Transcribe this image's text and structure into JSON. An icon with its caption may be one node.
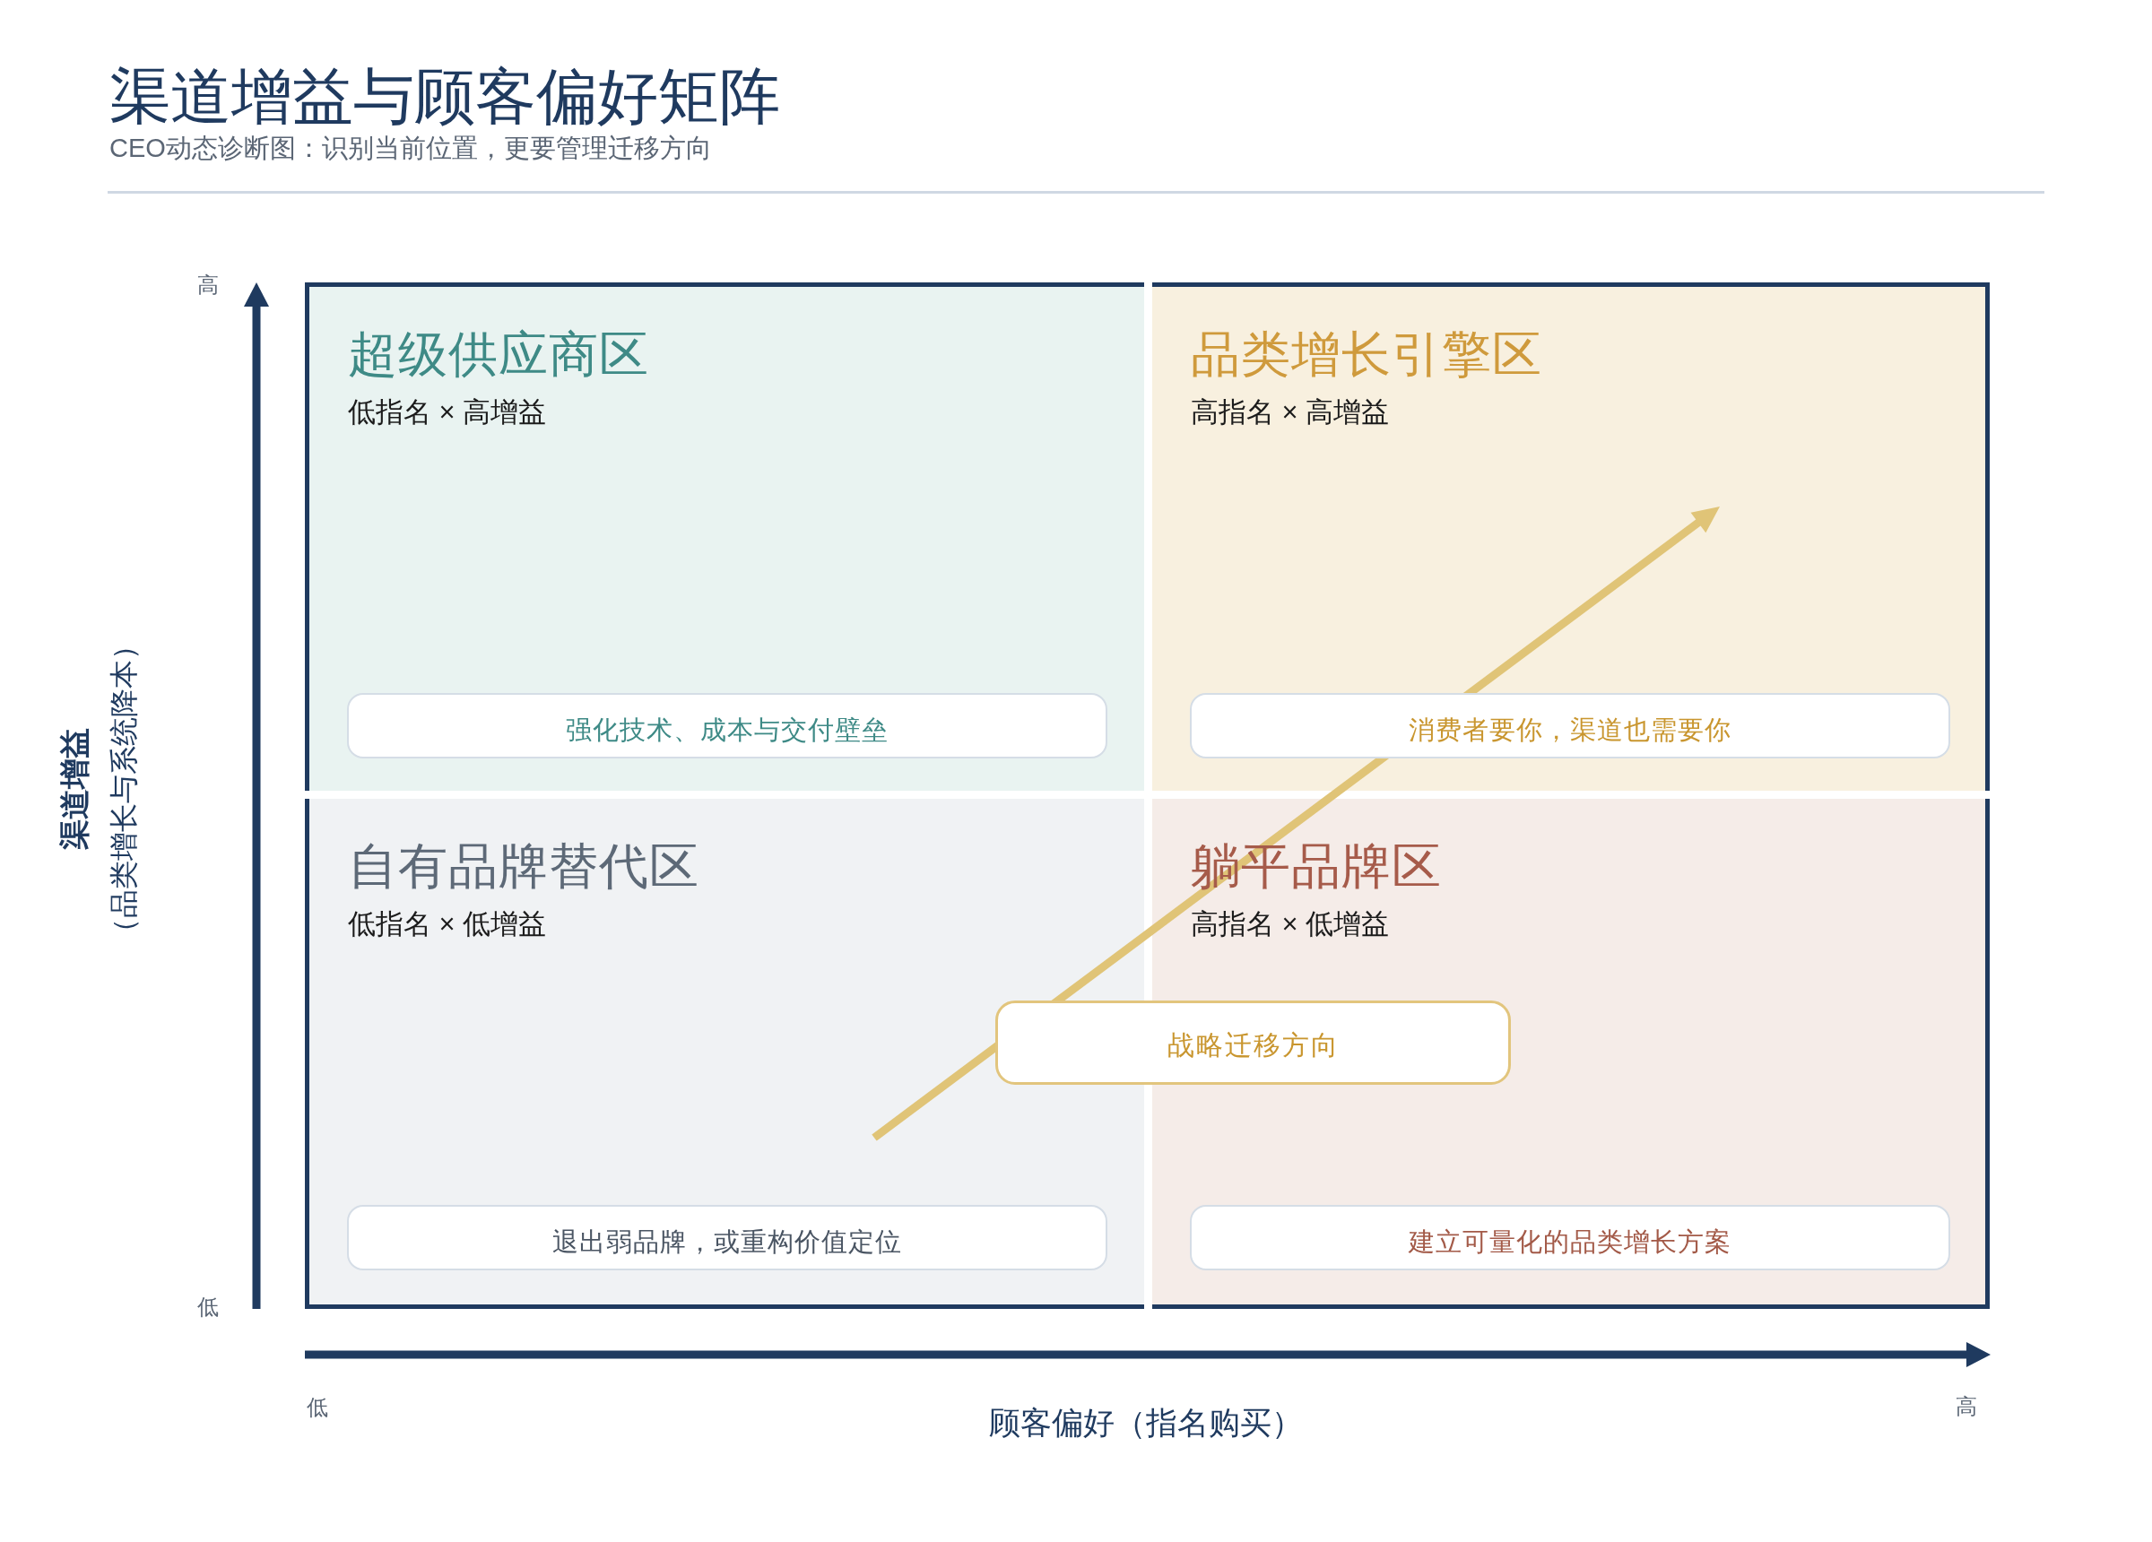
{
  "diagram": {
    "title": "渠道增益与顾客偏好矩阵",
    "nodes": [
      {
        "text": [
          "超级供应商区",
          "低指名 × 高增益"
        ]
      },
      {
        "text": [
          "强化技术、成本与交付壁垒"
        ],
        "in": 0
      },
      {
        "text": [
          "品类增长引擎区",
          "高指名 × 高增益"
        ]
      },
      {
        "text": [
          "消费者要你，渠道也需要你"
        ],
        "in": 2
      },
      {
        "text": [
          "自有品牌替代区",
          "低指名 × 低增益"
        ]
      },
      {
        "text": [
          "退出弱品牌，或重构价值定位"
        ],
        "in": 4
      },
      {
        "text": [
          "躺平品牌区",
          "高指名 × 低增益"
        ]
      },
      {
        "text": [
          "建立可量化的品类增长方案"
        ],
        "in": 6
      },
      {
        "text": [
          "战略迁移方向"
        ]
      }
    ],
    "labels": [
      "CEO动态诊断图：识别当前位置，更要管理迁移方向",
      "高",
      "渠道增益",
      "（品类增长与系统降本）",
      "低",
      "低",
      "顾客偏好（指名购买）",
      "高"
    ]
  }
}
